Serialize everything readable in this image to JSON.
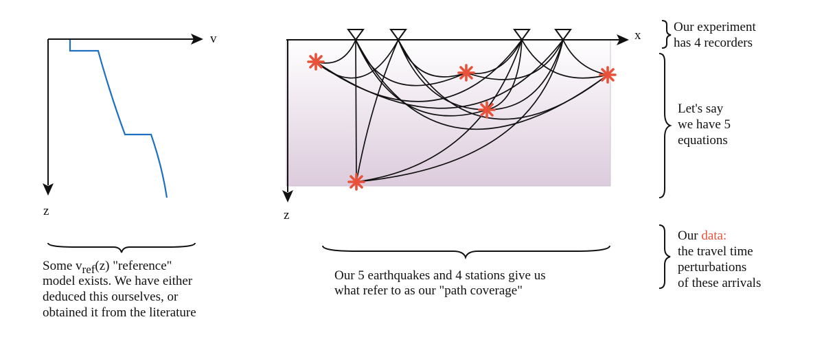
{
  "left_panel": {
    "v_axis_label": "v",
    "z_axis_label": "z",
    "caption_line1_prefix": "Some v",
    "caption_line1_sub": "ref",
    "caption_line1_suffix": "(z) \"reference\"",
    "caption_line2": "model exists. We have either",
    "caption_line3": "deduced this ourselves, or",
    "caption_line4": "obtained it from the literature"
  },
  "middle_panel": {
    "x_axis_label": "x",
    "z_axis_label": "z",
    "caption_line1": "Our 5 earthquakes and 4 stations give us",
    "caption_line2": "what refer to as our \"path coverage\""
  },
  "right_panel": {
    "recorders_line1": "Our experiment",
    "recorders_line2": "has 4 recorders",
    "equations_line1": "Let's say",
    "equations_line2": "we have 5",
    "equations_line3": "equations",
    "data_prefix": "Our ",
    "data_word": "data:",
    "data_line2": "the travel time",
    "data_line3": "perturbations",
    "data_line4": "of these arrivals"
  },
  "colors": {
    "velocity_curve": "#1f6fc0",
    "earthquake": "#e8523a",
    "data_word": "#e8523a"
  },
  "icons": {
    "station": "inverted-triangle",
    "earthquake": "asterisk-star"
  }
}
